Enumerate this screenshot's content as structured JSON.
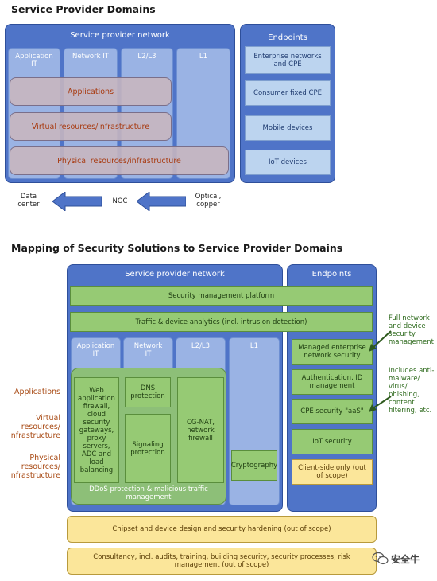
{
  "top": {
    "heading": "Service Provider Domains",
    "spn_title": "Service provider network",
    "columns": [
      "Application IT",
      "Network IT",
      "L2/L3",
      "L1"
    ],
    "layers": [
      "Applications",
      "Virtual resources/infrastructure",
      "Physical resources/infrastructure"
    ],
    "endpoints_title": "Endpoints",
    "endpoints": [
      "Enterprise networks and CPE",
      "Consumer fixed CPE",
      "Mobile devices",
      "IoT devices"
    ],
    "flow": {
      "left": "Data center",
      "middle": "NOC",
      "right": "Optical, copper"
    }
  },
  "bottom": {
    "heading": "Mapping of Security Solutions to Service Provider Domains",
    "spn_title": "Service provider network",
    "endpoints_title": "Endpoints",
    "platform": "Security management platform",
    "analytics": "Traffic & device analytics (incl. intrusion detection)",
    "columns": [
      "Application IT",
      "Network IT",
      "L2/L3",
      "L1"
    ],
    "web_app": "Web application firewall, cloud security gateways, proxy servers, ADC and load balancing",
    "dns": "DNS protection",
    "signaling": "Signaling protection",
    "cgnat": "CG-NAT, network firewall",
    "crypto": "Cryptography",
    "ddos": "DDoS protection & malicious traffic management",
    "side_labels": [
      "Applications",
      "Virtual resources/ infrastructure",
      "Physical resources/ infrastructure"
    ],
    "endpoints": [
      "Managed enterprise network security",
      "Authentication, ID management",
      "CPE security \"aaS\"",
      "IoT security",
      "Client-side only (out of scope)"
    ],
    "chipset": "Chipset and device design and security hardening (out of scope)",
    "consultancy": "Consultancy, incl. audits, training, building security, security processes, risk management (out of scope)",
    "annot1": "Full network and device security management",
    "annot2": "Includes anti-malware/ virus/ phishing, content filtering, etc."
  },
  "watermark": "安全牛",
  "colors": {
    "panel": "#4f74c8",
    "column": "#9ab3e4",
    "green": "#96ca74",
    "yellow": "#fbe69a",
    "accent_text": "#a84a14",
    "arrow": "#4f74c8"
  }
}
